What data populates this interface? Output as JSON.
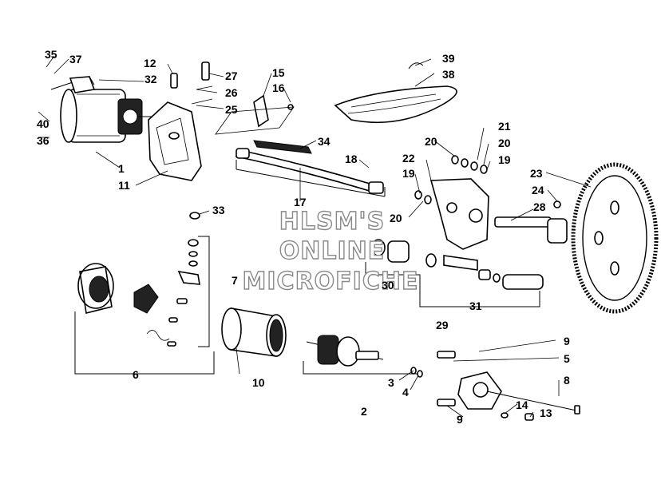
{
  "watermark": {
    "line1": "HLSM'S",
    "line2": "ONLINE",
    "line3": "MICROFICHE"
  },
  "callouts": {
    "c1": "1",
    "c2": "2",
    "c3": "3",
    "c4": "4",
    "c5": "5",
    "c6": "6",
    "c7": "7",
    "c8": "8",
    "c9a": "9",
    "c9b": "9",
    "c10": "10",
    "c11": "11",
    "c12": "12",
    "c13": "13",
    "c14": "14",
    "c15": "15",
    "c16": "16",
    "c17": "17",
    "c18": "18",
    "c19a": "19",
    "c19b": "19",
    "c20a": "20",
    "c20b": "20",
    "c20c": "20",
    "c21": "21",
    "c22": "22",
    "c23": "23",
    "c24": "24",
    "c25": "25",
    "c26": "26",
    "c27": "27",
    "c28": "28",
    "c29": "29",
    "c30": "30",
    "c31": "31",
    "c32": "32",
    "c33": "33",
    "c34": "34",
    "c35": "35",
    "c36": "36",
    "c37": "37",
    "c38": "38",
    "c39": "39",
    "c40": "40"
  }
}
